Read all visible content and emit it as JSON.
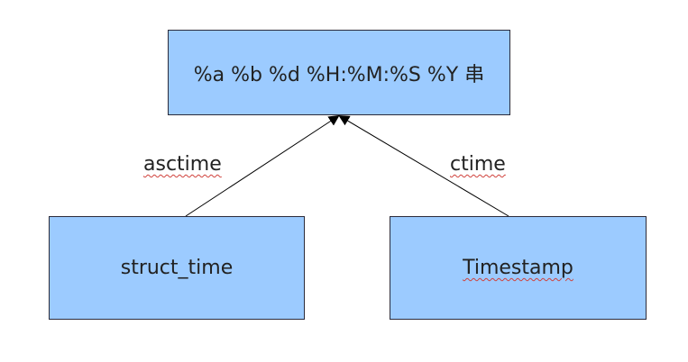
{
  "diagram": {
    "nodes": {
      "format_string": {
        "label": "%a %b %d %H:%M:%S %Y 串"
      },
      "struct_time": {
        "label": "struct_time"
      },
      "timestamp": {
        "label": "Timestamp"
      }
    },
    "edges": [
      {
        "from": "struct_time",
        "to": "format_string",
        "label": "asctime"
      },
      {
        "from": "timestamp",
        "to": "format_string",
        "label": "ctime"
      }
    ]
  },
  "colors": {
    "box_fill": "#9ccbff",
    "box_border": "#2b2b3a",
    "edge": "#000000",
    "spellcheck_underline": "#d0413b"
  }
}
